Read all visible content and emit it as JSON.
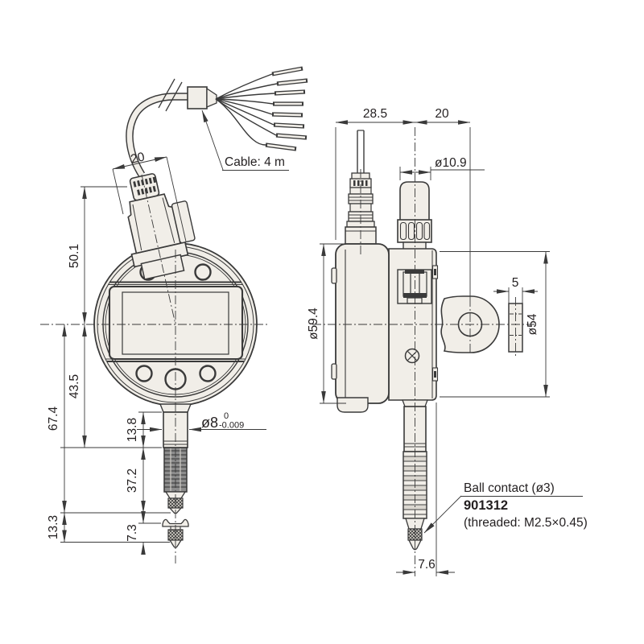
{
  "front_view": {
    "dim_connector_width": "20",
    "cable_note": "Cable: 4 m",
    "dim_upper_height": "50.1",
    "dim_mid_height": "43.5",
    "dim_total_height": "67.4",
    "dim_stem_length": "13.8",
    "dim_stem_dia": "ø8",
    "dim_stem_tol_upper": "0",
    "dim_stem_tol_lower": "-0.009",
    "dim_travel_section": "37.2",
    "dim_contact_section": "13.3",
    "dim_contact_tip": "7.3"
  },
  "side_view": {
    "dim_depth_front": "28.5",
    "dim_depth_rear": "20",
    "dim_cap_dia": "ø10.9",
    "dim_body_dia": "ø59.4",
    "dim_lug_width": "5",
    "dim_lug_dia": "ø54",
    "dim_tip_to_back": "7.6",
    "ball_contact_label": "Ball contact (ø3)",
    "ball_contact_part": "901312",
    "ball_contact_thread": "(threaded: M2.5×0.45)"
  },
  "colors": {
    "background": "#ffffff",
    "body_fill": "#f1eee8",
    "line": "#3a3a3a",
    "text": "#231f20"
  }
}
